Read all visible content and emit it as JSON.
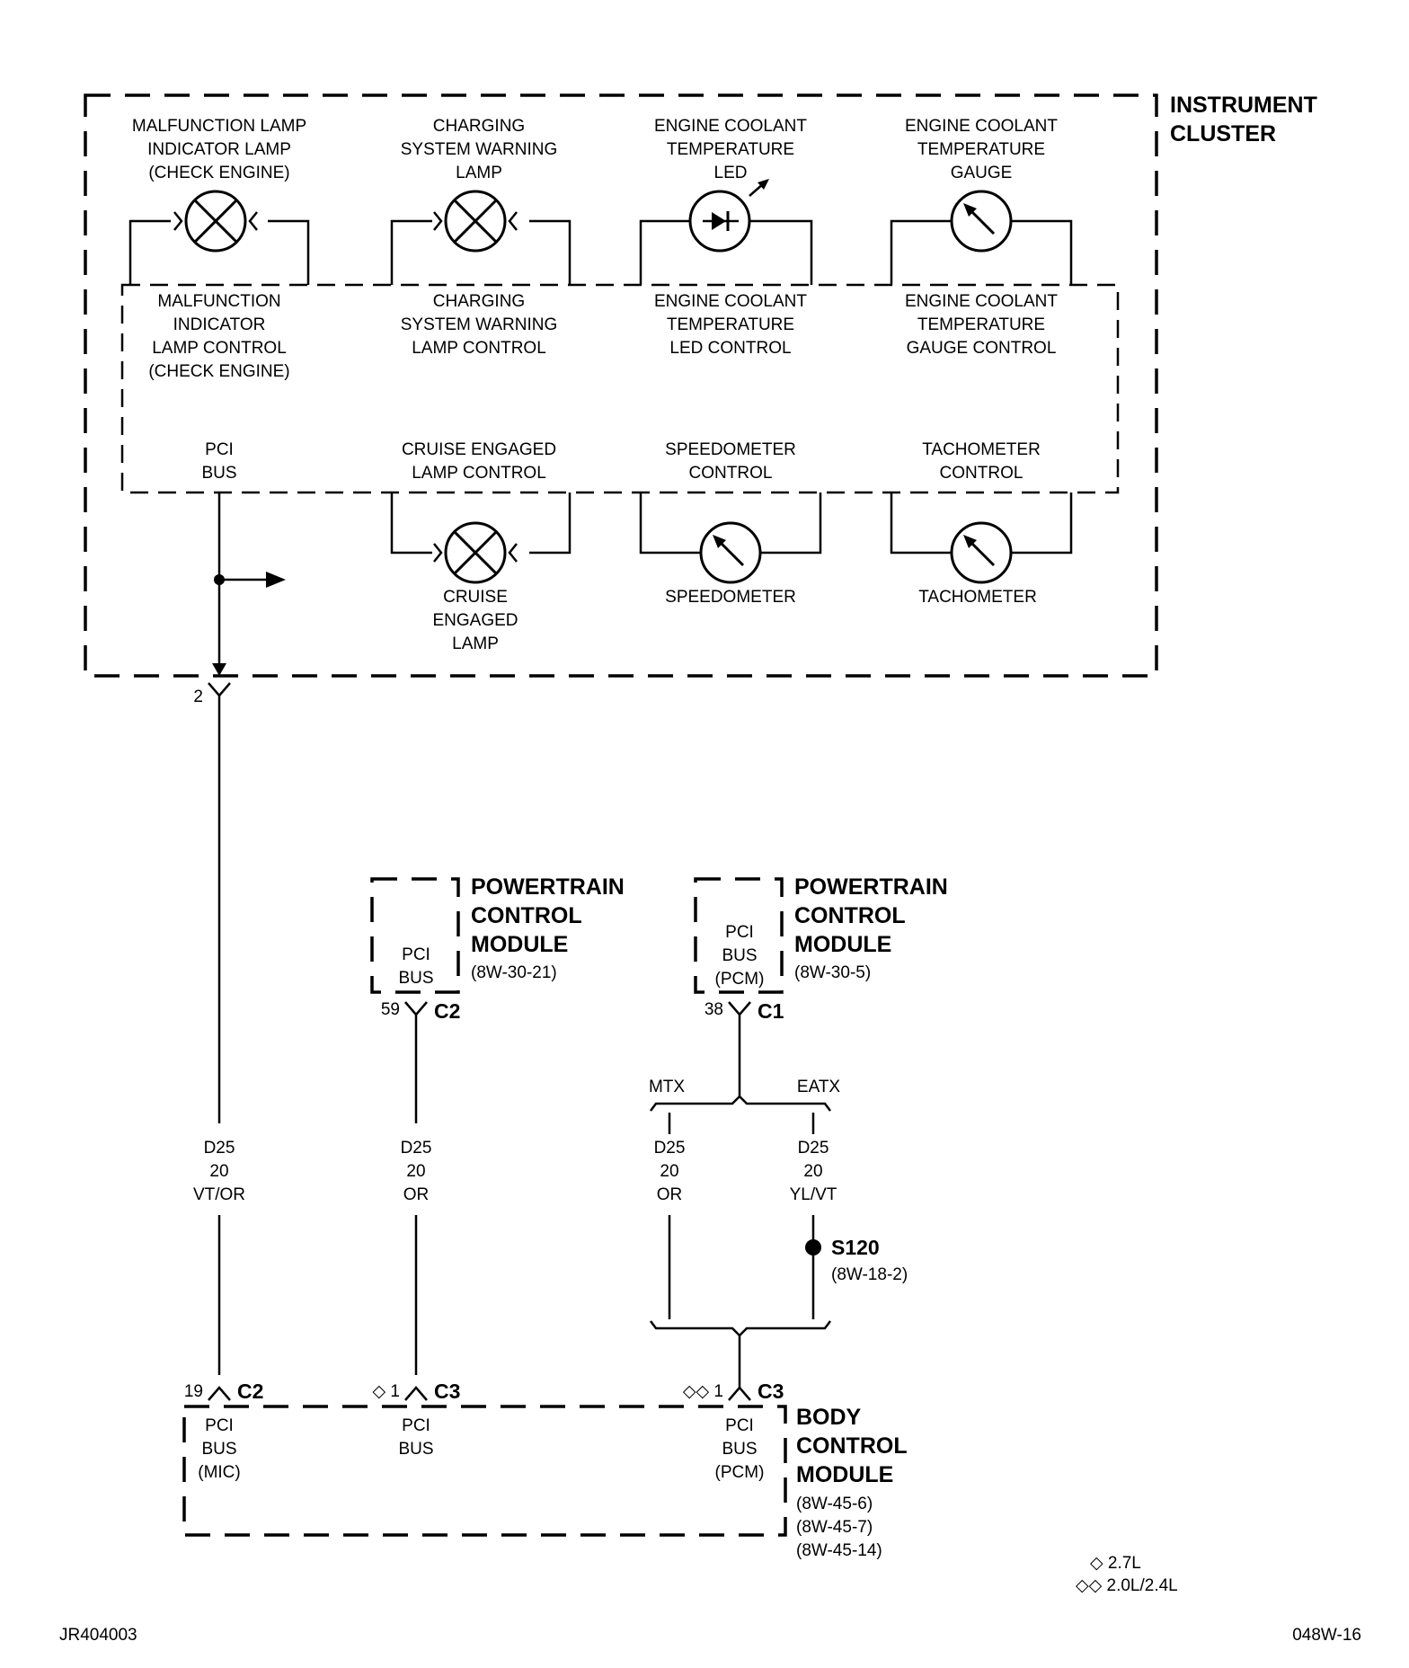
{
  "instrument_cluster": {
    "title_line1": "INSTRUMENT",
    "title_line2": "CLUSTER",
    "malfunction_lamp": [
      "MALFUNCTION LAMP",
      "INDICATOR LAMP",
      "(CHECK ENGINE)"
    ],
    "charging_lamp": [
      "CHARGING",
      "SYSTEM WARNING",
      "LAMP"
    ],
    "coolant_led": [
      "ENGINE COOLANT",
      "TEMPERATURE",
      "LED"
    ],
    "coolant_gauge": [
      "ENGINE COOLANT",
      "TEMPERATURE",
      "GAUGE"
    ],
    "malfunction_control": [
      "MALFUNCTION",
      "INDICATOR",
      "LAMP CONTROL",
      "(CHECK ENGINE)"
    ],
    "charging_control": [
      "CHARGING",
      "SYSTEM WARNING",
      "LAMP CONTROL"
    ],
    "coolant_led_control": [
      "ENGINE COOLANT",
      "TEMPERATURE",
      "LED CONTROL"
    ],
    "coolant_gauge_control": [
      "ENGINE COOLANT",
      "TEMPERATURE",
      "GAUGE CONTROL"
    ],
    "pci_bus": [
      "PCI",
      "BUS"
    ],
    "cruise_control": [
      "CRUISE ENGAGED",
      "LAMP CONTROL"
    ],
    "speedo_control": [
      "SPEEDOMETER",
      "CONTROL"
    ],
    "tach_control": [
      "TACHOMETER",
      "CONTROL"
    ],
    "cruise_lamp": [
      "CRUISE",
      "ENGAGED",
      "LAMP"
    ],
    "speedometer": "SPEEDOMETER",
    "tachometer": "TACHOMETER",
    "pin": "2"
  },
  "pcm_left": {
    "title": [
      "POWERTRAIN",
      "CONTROL",
      "MODULE"
    ],
    "ref": "(8W-30-21)",
    "inner": [
      "PCI",
      "BUS"
    ],
    "pin": "59",
    "connector": "C2"
  },
  "pcm_right": {
    "title": [
      "POWERTRAIN",
      "CONTROL",
      "MODULE"
    ],
    "ref": "(8W-30-5)",
    "inner": [
      "PCI",
      "BUS",
      "(PCM)"
    ],
    "pin": "38",
    "connector": "C1"
  },
  "options": {
    "mtx": "MTX",
    "eatx": "EATX"
  },
  "wires": {
    "w1": [
      "D25",
      "20",
      "VT/OR"
    ],
    "w2": [
      "D25",
      "20",
      "OR"
    ],
    "w3": [
      "D25",
      "20",
      "OR"
    ],
    "w4": [
      "D25",
      "20",
      "YL/VT"
    ]
  },
  "splice": {
    "name": "S120",
    "ref": "(8W-18-2)"
  },
  "bcm": {
    "title": [
      "BODY",
      "CONTROL",
      "MODULE"
    ],
    "refs": [
      "(8W-45-6)",
      "(8W-45-7)",
      "(8W-45-14)"
    ],
    "pin_a": "19",
    "conn_a": "C2",
    "pin_b": "◇ 1",
    "conn_b": "C3",
    "pin_c": "◇◇ 1",
    "conn_c": "C3",
    "bus_a": [
      "PCI",
      "BUS",
      "(MIC)"
    ],
    "bus_b": [
      "PCI",
      "BUS"
    ],
    "bus_c": [
      "PCI",
      "BUS",
      "(PCM)"
    ]
  },
  "legend": {
    "single": "◇ 2.7L",
    "double": "◇◇ 2.0L/2.4L"
  },
  "codes": {
    "left": "JR404003",
    "right": "048W-16"
  }
}
